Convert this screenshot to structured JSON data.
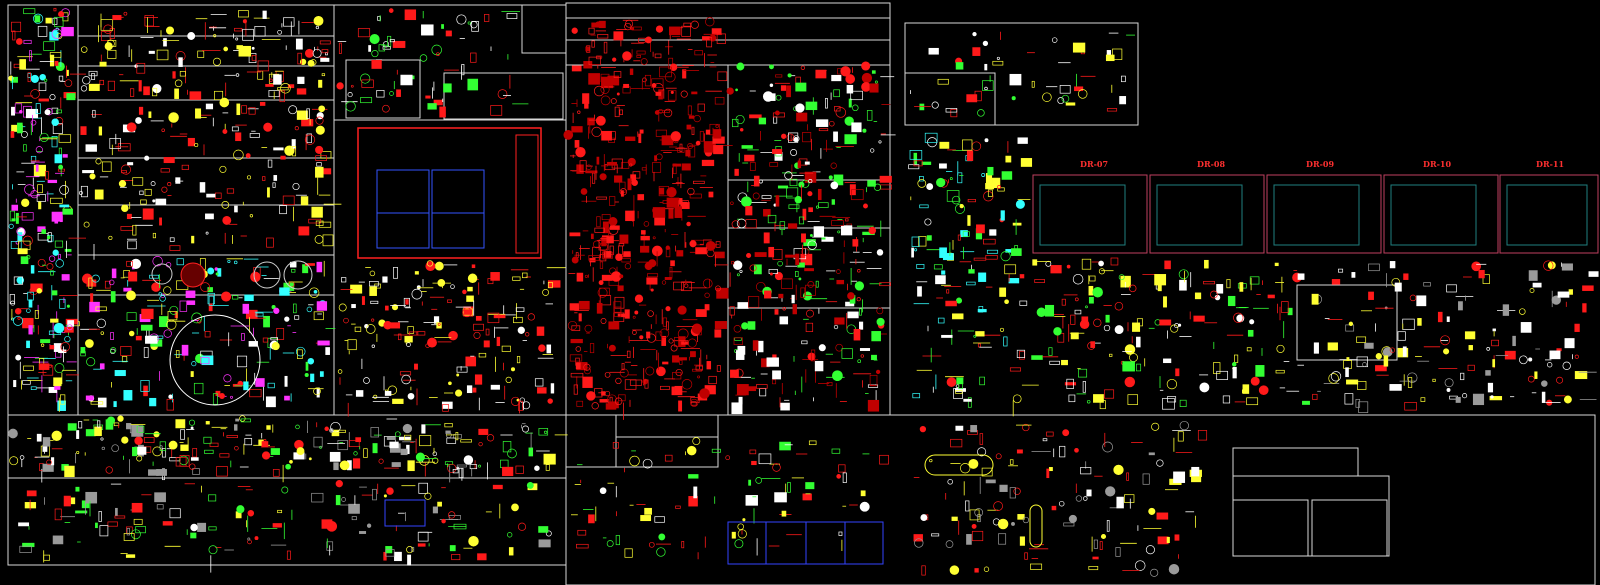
{
  "drawing": {
    "labels": [
      "DR-07",
      "DR-08",
      "DR-09",
      "DR-10",
      "DR-11"
    ]
  },
  "colors": {
    "background": "#000000",
    "frame": "#ffffff",
    "red": "#ff1a1a",
    "dark_red": "#c00000",
    "yellow": "#ffff33",
    "green": "#33ff33",
    "cyan": "#33ffff",
    "magenta": "#ff33ff",
    "blue": "#3344ff",
    "white": "#ffffff",
    "gray": "#9a9a9a"
  }
}
